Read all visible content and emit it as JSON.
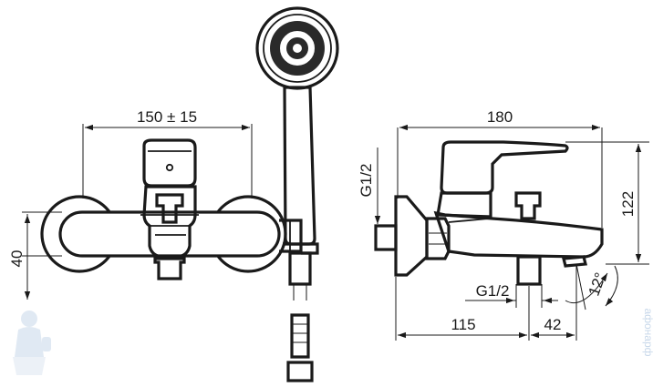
{
  "dimensions": {
    "front_width": "150 ± 15",
    "front_height": "40",
    "side_width": "180",
    "side_height": "122",
    "thread_top": "G1/2",
    "thread_bottom": "G1/2",
    "side_base": "115",
    "side_spout": "42",
    "spout_angle": "12°"
  },
  "watermark": {
    "text": "афонарф",
    "logo": "plumber-mascot-icon"
  },
  "colors": {
    "line": "#1a1a1a",
    "watermark": "#c8d8ea"
  }
}
